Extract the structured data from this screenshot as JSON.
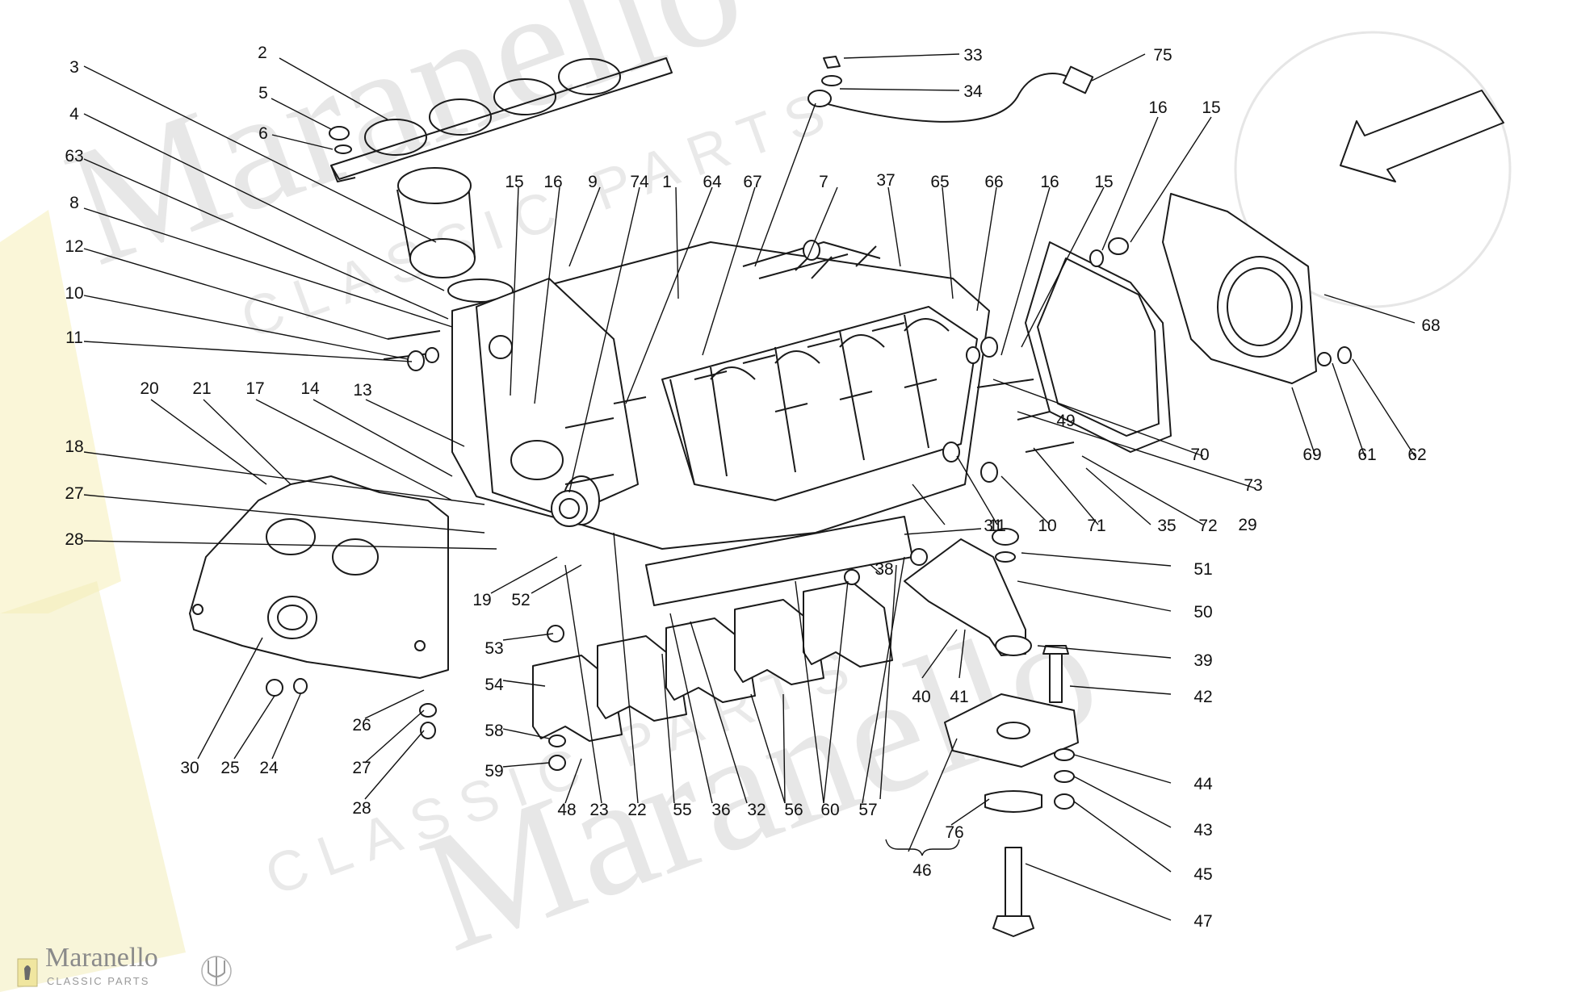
{
  "watermark": {
    "brand": "Maranello",
    "sub": "CLASSIC PARTS"
  },
  "logo": {
    "name": "Maranello",
    "sub": "CLASSIC PARTS"
  },
  "colors": {
    "line": "#1a1a1a",
    "watermark": "#d8d8d8",
    "ferrari_yellow": "#f3e9a0"
  },
  "callouts": [
    "1",
    "2",
    "3",
    "4",
    "5",
    "6",
    "7",
    "8",
    "9",
    "10",
    "11",
    "12",
    "13",
    "14",
    "15",
    "16",
    "17",
    "18",
    "19",
    "20",
    "21",
    "22",
    "23",
    "24",
    "25",
    "26",
    "27",
    "28",
    "29",
    "30",
    "31",
    "32",
    "33",
    "34",
    "35",
    "36",
    "37",
    "38",
    "39",
    "40",
    "41",
    "42",
    "43",
    "44",
    "45",
    "46",
    "47",
    "48",
    "49",
    "50",
    "51",
    "52",
    "53",
    "54",
    "55",
    "56",
    "57",
    "58",
    "59",
    "60",
    "61",
    "62",
    "63",
    "64",
    "65",
    "66",
    "67",
    "68",
    "69",
    "70",
    "71",
    "72",
    "73",
    "74",
    "75",
    "76"
  ]
}
